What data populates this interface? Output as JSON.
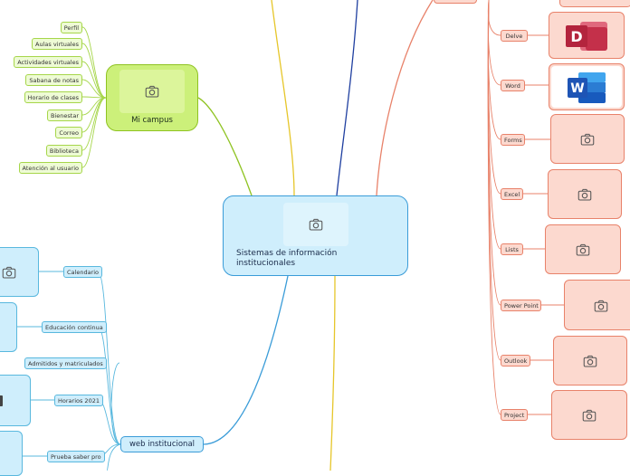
{
  "central": {
    "title": "Sistemas de información institucionales",
    "image": "camera-icon"
  },
  "mi_campus": {
    "title": "Mi campus",
    "items": [
      "Perfil",
      "Aulas virtuales",
      "Actividades virtuales",
      "Sabana de notas",
      "Horario de clases",
      "Bienestar",
      "Correo",
      "Biblioteca",
      "Atención al usuario"
    ]
  },
  "web_institucional": {
    "title": "web institucional",
    "items": [
      "Calendario",
      "Educación continua",
      "Admitidos y matriculados",
      "Horarios 2021",
      "Prueba saber pro"
    ]
  },
  "office": {
    "items": [
      "Delve",
      "Word",
      "Forms",
      "Excel",
      "Lists",
      "Power Point",
      "Outlook",
      "Project"
    ]
  },
  "colors": {
    "green": "#8fc322",
    "blue": "#3a9cd8",
    "red": "#e8826a",
    "yellow": "#e6c62a",
    "navy": "#1f3fa0",
    "delve": "#c4304a",
    "word": "#2b6fd6"
  }
}
